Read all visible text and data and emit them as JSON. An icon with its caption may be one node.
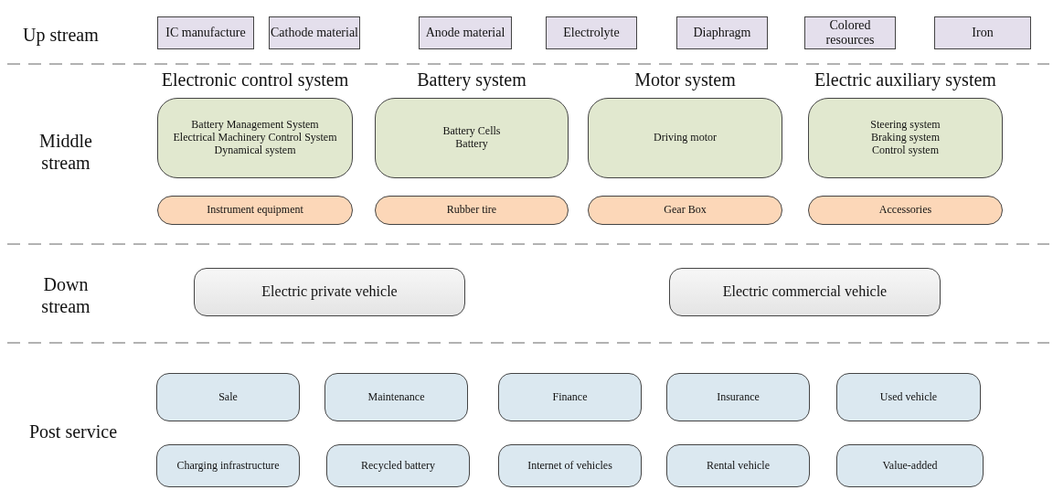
{
  "diagram": {
    "nodes": [
      {
        "text": [
          "IC manufacture"
        ]
      },
      {
        "text": [
          "Cathode material"
        ]
      },
      {
        "text": [
          "Anode material"
        ]
      },
      {
        "text": [
          "Electrolyte"
        ]
      },
      {
        "text": [
          "Diaphragm"
        ]
      },
      {
        "text": [
          "Colored resources"
        ]
      },
      {
        "text": [
          "Iron"
        ]
      },
      {
        "text": [
          "Electronic control system",
          "Battery Management System",
          "Electrical Machinery Control System",
          "Dynamical system"
        ]
      },
      {
        "text": [
          "Battery system",
          "Battery Cells",
          "Battery"
        ]
      },
      {
        "text": [
          "Motor system",
          "Driving motor"
        ]
      },
      {
        "text": [
          "Electric auxiliary system",
          "Steering system",
          "Braking system",
          "Control system"
        ]
      },
      {
        "text": [
          "Instrument equipment"
        ]
      },
      {
        "text": [
          "Rubber tire"
        ]
      },
      {
        "text": [
          "Gear Box"
        ]
      },
      {
        "text": [
          "Accessories"
        ]
      },
      {
        "text": [
          "Electric private vehicle"
        ]
      },
      {
        "text": [
          "Electric commercial vehicle"
        ]
      },
      {
        "text": [
          "Sale"
        ]
      },
      {
        "text": [
          "Maintenance"
        ]
      },
      {
        "text": [
          "Finance"
        ]
      },
      {
        "text": [
          "Insurance"
        ]
      },
      {
        "text": [
          "Used vehicle"
        ]
      },
      {
        "text": [
          "Charging infrastructure"
        ]
      },
      {
        "text": [
          "Recycled battery"
        ]
      },
      {
        "text": [
          "Internet of vehicles"
        ]
      },
      {
        "text": [
          "Rental vehicle"
        ]
      },
      {
        "text": [
          "Value-added"
        ]
      }
    ],
    "edges": [],
    "labels": [
      "Up stream",
      "Middle stream",
      "Down stream",
      "Post service"
    ]
  }
}
